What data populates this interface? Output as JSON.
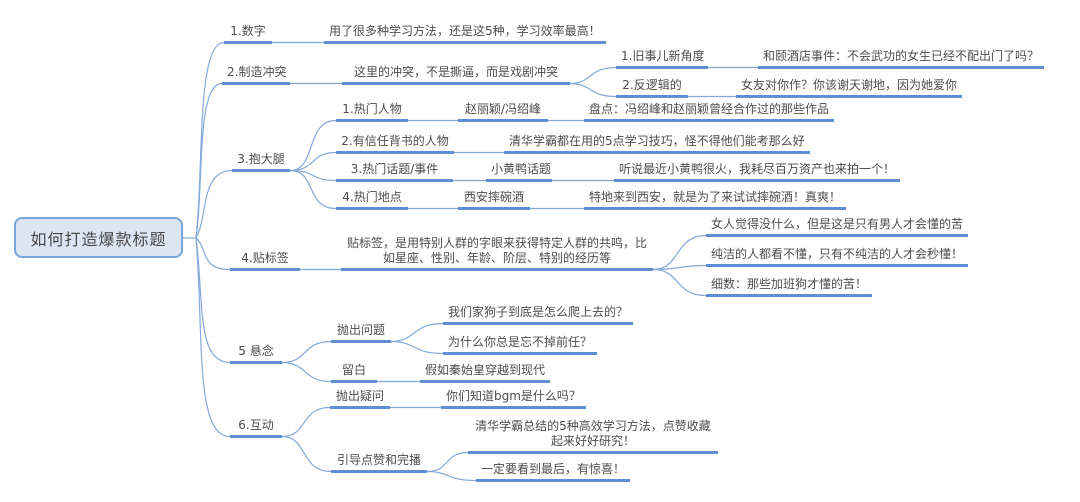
{
  "root": {
    "label": "如何打造爆款标题"
  },
  "branches": [
    {
      "label": "1.数字",
      "children": [
        {
          "label": "用了很多种学习方法，还是这5种，学习效率最高！"
        }
      ]
    },
    {
      "label": "2.制造冲突",
      "children": [
        {
          "label": "这里的冲突，不是撕逼，而是戏剧冲突",
          "children": [
            {
              "label": "1.旧事儿新角度",
              "children": [
                {
                  "label": "和颐酒店事件：不会武功的女生已经不配出门了吗？"
                }
              ]
            },
            {
              "label": "2.反逻辑的",
              "children": [
                {
                  "label": "女友对你作？你该谢天谢地，因为她爱你"
                }
              ]
            }
          ]
        }
      ]
    },
    {
      "label": "3.抱大腿",
      "children": [
        {
          "label": "1.热门人物",
          "children": [
            {
              "label": "赵丽颖/冯绍峰",
              "children": [
                {
                  "label": "盘点：冯绍峰和赵丽颖曾经合作过的那些作品"
                }
              ]
            }
          ]
        },
        {
          "label": "2.有信任背书的人物",
          "children": [
            {
              "label": "清华学霸都在用的5点学习技巧，怪不得他们能考那么好"
            }
          ]
        },
        {
          "label": "3.热门话题/事件",
          "children": [
            {
              "label": "小黄鸭话题",
              "children": [
                {
                  "label": "听说最近小黄鸭很火，我耗尽百万资产也来拍一个！"
                }
              ]
            }
          ]
        },
        {
          "label": "4.热门地点",
          "children": [
            {
              "label": "西安摔碗酒",
              "children": [
                {
                  "label": "特地来到西安，就是为了来试试摔碗酒！真爽！"
                }
              ]
            }
          ]
        }
      ]
    },
    {
      "label": "4.贴标签",
      "children": [
        {
          "label": "贴标签，是用特别人群的字眼来获得特定人群的共鸣，比如星座、性别、年龄、阶层、特别的经历等",
          "children": [
            {
              "label": "女人觉得没什么，但是这是只有男人才会懂的苦"
            },
            {
              "label": "纯洁的人都看不懂，只有不纯洁的人才会秒懂！"
            },
            {
              "label": "细数：那些加班狗才懂的苦！"
            }
          ]
        }
      ]
    },
    {
      "label": "5 悬念",
      "children": [
        {
          "label": "抛出问题",
          "children": [
            {
              "label": "我们家狗子到底是怎么爬上去的？"
            },
            {
              "label": "为什么你总是忘不掉前任？"
            }
          ]
        },
        {
          "label": "留白",
          "children": [
            {
              "label": "假如秦始皇穿越到现代"
            }
          ]
        }
      ]
    },
    {
      "label": "6.互动",
      "children": [
        {
          "label": "抛出疑问",
          "children": [
            {
              "label": "你们知道bgm是什么吗？"
            }
          ]
        },
        {
          "label": "引导点赞和完播",
          "children": [
            {
              "label": "清华学霸总结的5种高效学习方法，点赞收藏起来好好研究！"
            },
            {
              "label": "一定要看到最后，有惊喜！"
            }
          ]
        }
      ]
    }
  ],
  "colors": {
    "underline": "#5e8fd4",
    "connector": "#84a9da",
    "root_fill": "#dce6f3",
    "root_border": "#7ba6d9",
    "text": "#4d4d4d"
  }
}
